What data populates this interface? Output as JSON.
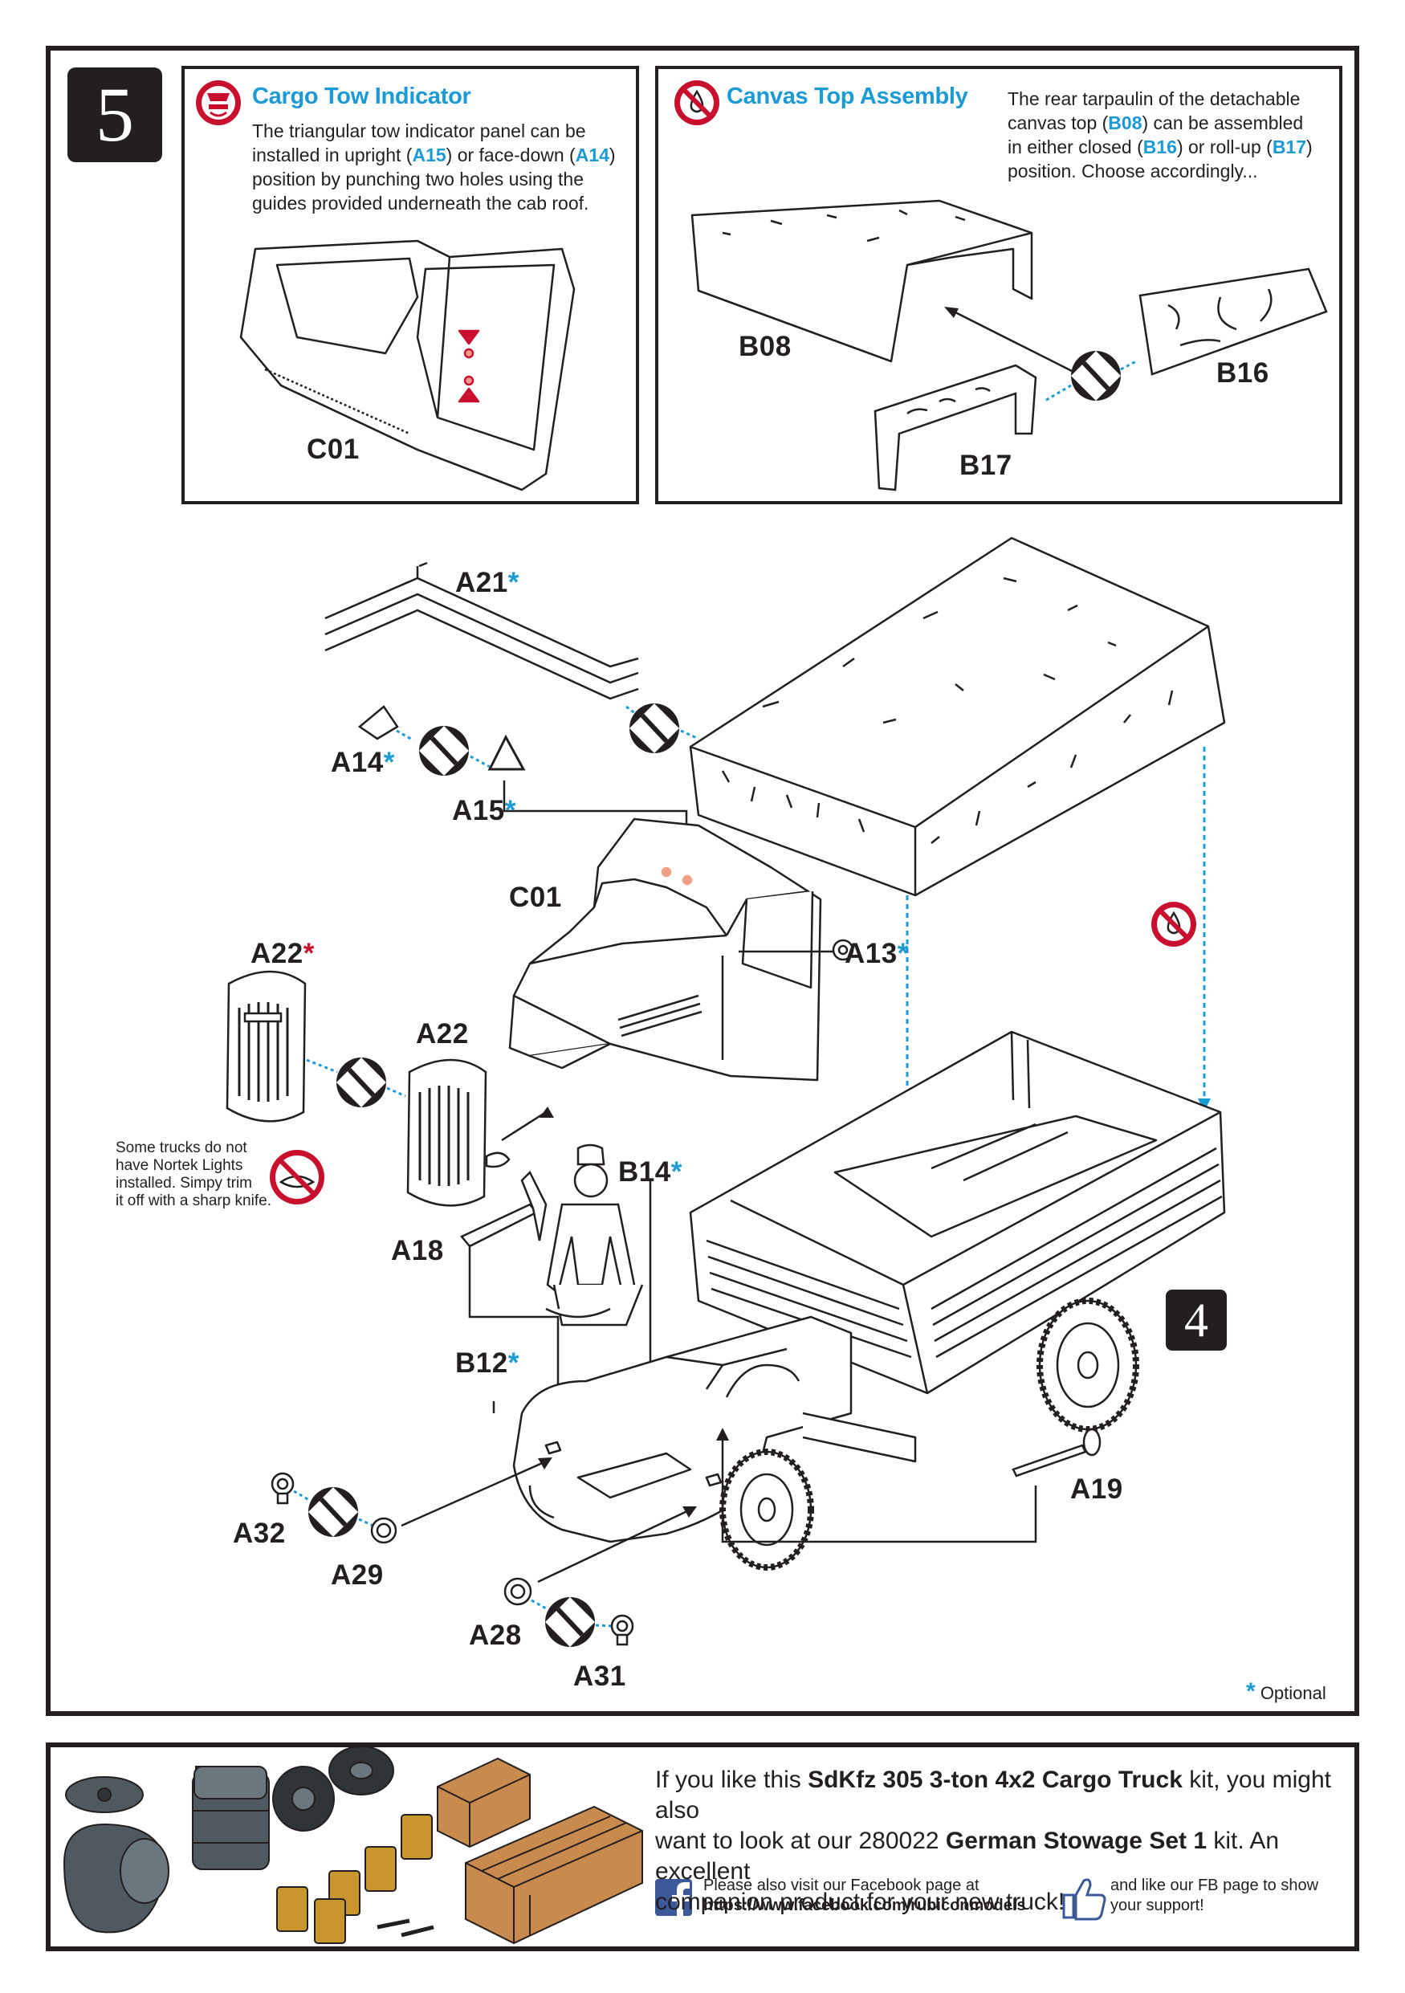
{
  "step_number": "5",
  "cargo_tow": {
    "title": "Cargo Tow Indicator",
    "text_1": "The triangular tow indicator panel can be",
    "text_2a": "installed in upright (",
    "text_2b": "A15",
    "text_2c": ") or face-down (",
    "text_2d": "A14",
    "text_2e": ")",
    "text_3": "position by punching two holes using the",
    "text_4": "guides provided underneath the cab roof.",
    "part_label": "C01"
  },
  "canvas_top": {
    "title": "Canvas Top Assembly",
    "text_1": "The rear tarpaulin of the detachable",
    "text_2a": "canvas top (",
    "text_2b": "B08",
    "text_2c": ") can be assembled",
    "text_3a": "in either closed (",
    "text_3b": "B16",
    "text_3c": ") or roll-up (",
    "text_3d": "B17",
    "text_3e": ")",
    "text_4": "position.  Choose accordingly...",
    "labels": {
      "b08": "B08",
      "b16": "B16",
      "b17": "B17"
    }
  },
  "parts": {
    "a21": "A21",
    "a14": "A14",
    "a15": "A15",
    "c01": "C01",
    "a13": "A13",
    "a22_opt": "A22",
    "a22": "A22",
    "b14": "B14",
    "a18": "A18",
    "b12": "B12",
    "a19": "A19",
    "a32": "A32",
    "a29": "A29",
    "a28": "A28",
    "a31": "A31"
  },
  "star": "*",
  "nortek_note": {
    "line_1": "Some trucks do not",
    "line_2": "have Nortek Lights",
    "line_3": "installed.  Simpy trim",
    "line_4": "it off with a sharp knife."
  },
  "step_ref": "4",
  "optional_label": "Optional",
  "promo": {
    "line_1a": "If you like this ",
    "line_1b": "SdKfz 305 3-ton 4x2 Cargo Truck",
    "line_1c": " kit, you might also",
    "line_2a": "want to look at our 280022 ",
    "line_2b": "German Stowage Set 1",
    "line_2c": " kit.  An excellent",
    "line_3": "companion product for your new truck!",
    "fb_line_1": "Please also visit our Facebook page at",
    "fb_line_2": "https://www.facebook.com/rubiconmodels",
    "like_line_1": "and like our FB page to show",
    "like_line_2": "your support!"
  },
  "colors": {
    "accent": "#1b9ad6",
    "warning": "#c8102e",
    "ink": "#231f20",
    "crate": "#c98a4e",
    "jerrycan": "#c9962e",
    "drum": "#4f5a60",
    "bucket": "#55704a"
  },
  "icons": [
    "warning-pin-icon",
    "no-glue-icon",
    "cut-knife-icon",
    "facebook-icon",
    "thumbs-up-icon",
    "attach-symbol-icon"
  ]
}
